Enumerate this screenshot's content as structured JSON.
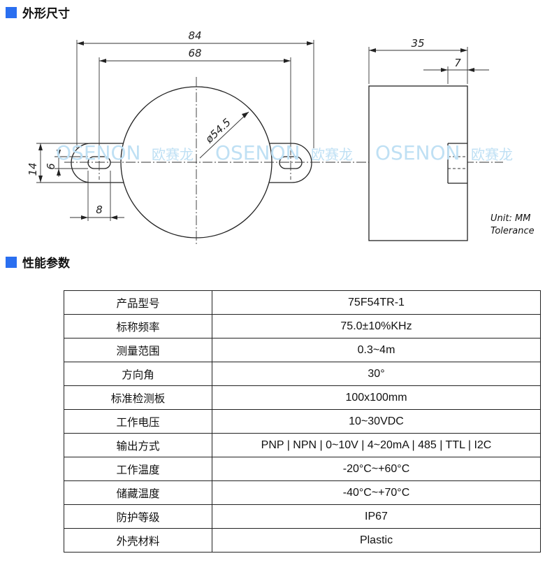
{
  "sections": {
    "dimensions_title": "外形尺寸",
    "performance_title": "性能参数"
  },
  "drawing": {
    "dims": {
      "overall_width": "84",
      "hole_spacing": "68",
      "diameter": "ø54.5",
      "height": "14",
      "slot_height": "6",
      "slot_width": "8",
      "depth": "35",
      "step": "7"
    },
    "watermark": {
      "brand": "OSENON",
      "cn": "欧赛龙",
      "color": "#bfe0f4"
    },
    "units": {
      "unit": "Unit: MM",
      "tolerance": "Tolerance"
    }
  },
  "specs": [
    {
      "label": "产品型号",
      "value": "75F54TR-1"
    },
    {
      "label": "标称频率",
      "value": "75.0±10%KHz"
    },
    {
      "label": "测量范围",
      "value": "0.3~4m"
    },
    {
      "label": "方向角",
      "value": "30°"
    },
    {
      "label": "标准检测板",
      "value": "100x100mm"
    },
    {
      "label": "工作电压",
      "value": "10~30VDC"
    },
    {
      "label": "输出方式",
      "value": "PNP | NPN | 0~10V | 4~20mA | 485 | TTL | I2C"
    },
    {
      "label": "工作温度",
      "value": "-20°C~+60°C"
    },
    {
      "label": "储藏温度",
      "value": "-40°C~+70°C"
    },
    {
      "label": "防护等级",
      "value": "IP67"
    },
    {
      "label": "外壳材料",
      "value": "Plastic"
    }
  ],
  "colors": {
    "accent": "#2a6ff0"
  }
}
